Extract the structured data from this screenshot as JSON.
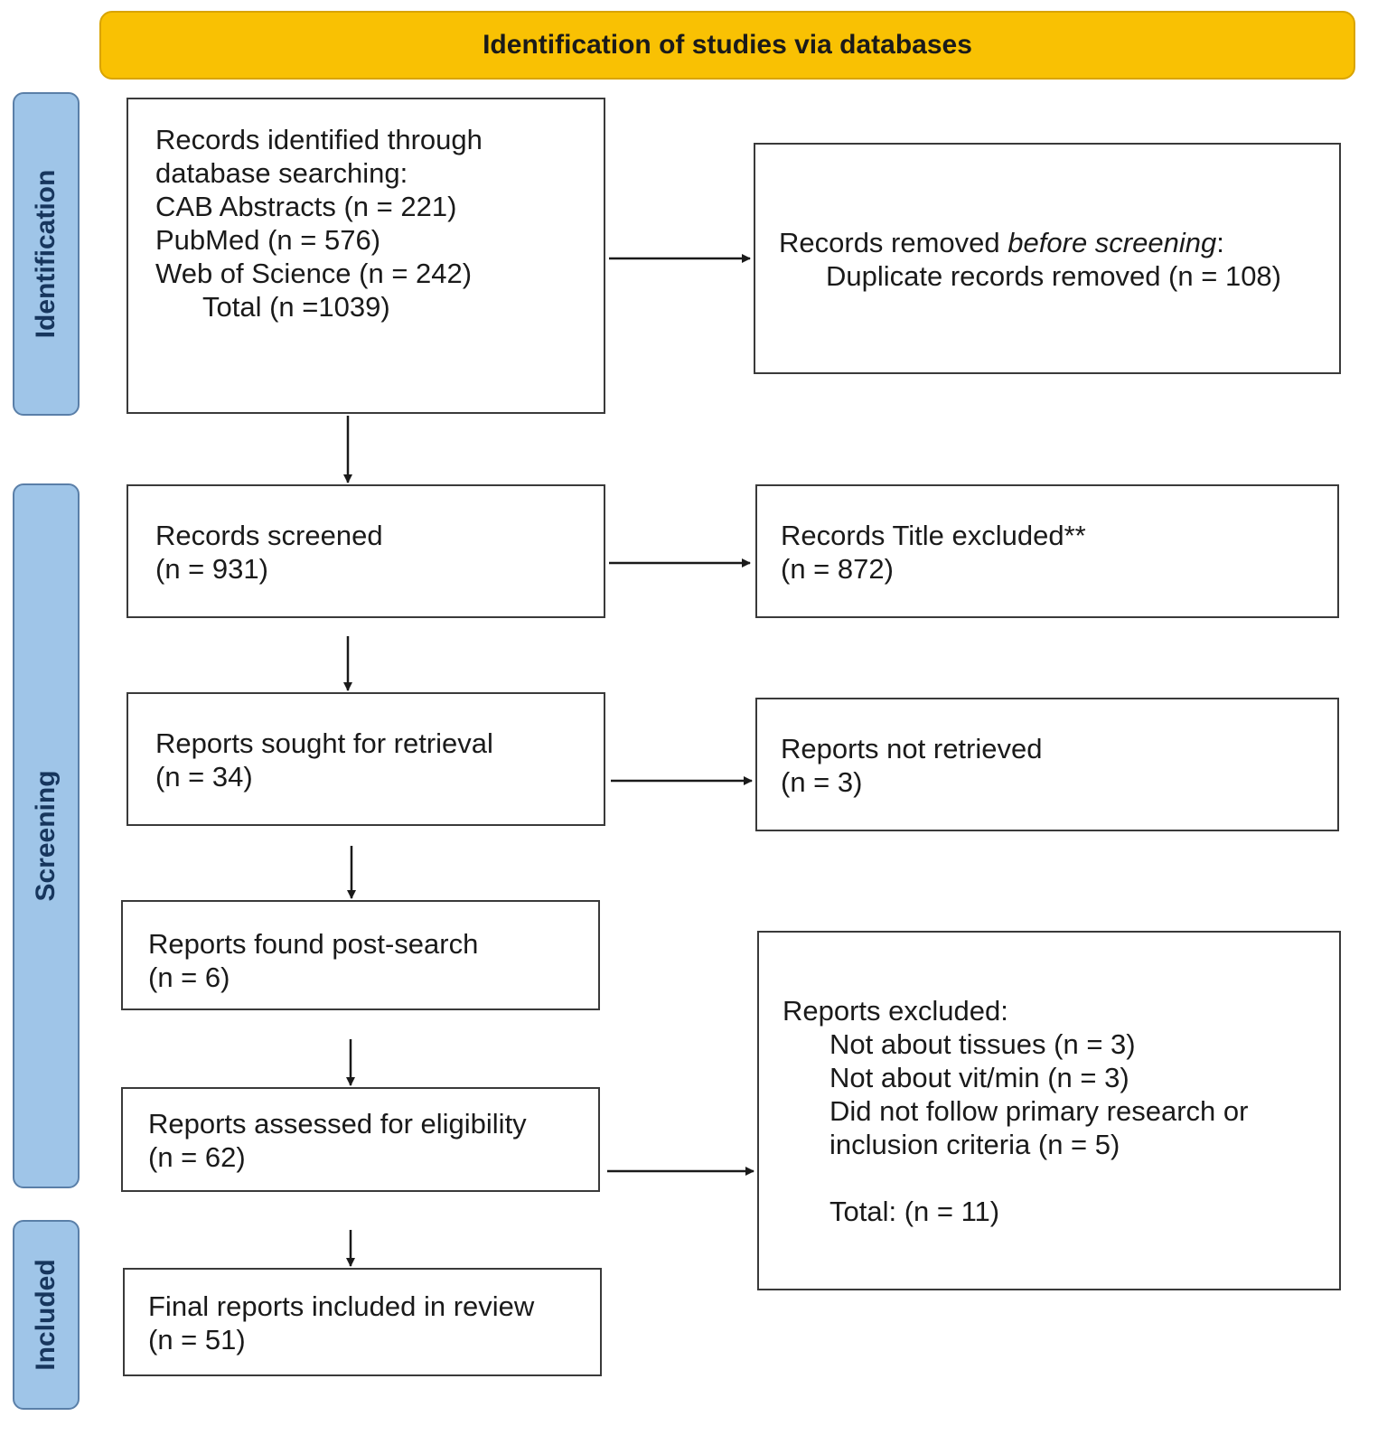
{
  "header": {
    "title": "Identification of studies via databases"
  },
  "phases": {
    "identification": "Identification",
    "screening": "Screening",
    "included": "Included"
  },
  "boxes": {
    "records_identified": {
      "line1": "Records identified through",
      "line2": "database searching:",
      "cab": "CAB Abstracts (n = 221)",
      "pubmed": "PubMed (n = 576)",
      "wos": "Web of Science (n = 242)",
      "total": "Total (n =1039)"
    },
    "records_removed": {
      "prefix": "Records removed ",
      "emph": "before screening",
      "suffix": ":",
      "duplicates": "Duplicate records removed (n = 108)"
    },
    "records_screened": {
      "label": "Records screened",
      "count": "(n = 931)"
    },
    "title_excluded": {
      "label": "Records Title excluded**",
      "count": "(n = 872)"
    },
    "sought_retrieval": {
      "label": "Reports sought for retrieval",
      "count": "(n = 34)"
    },
    "not_retrieved": {
      "label": "Reports not retrieved",
      "count": "(n = 3)"
    },
    "post_search": {
      "label": "Reports found post-search",
      "count": "(n = 6)"
    },
    "assessed": {
      "label": "Reports assessed for eligibility",
      "count": "(n = 62)"
    },
    "excluded": {
      "label": "Reports excluded:",
      "r1": "Not about tissues (n = 3)",
      "r2": "Not about vit/min (n = 3)",
      "r3a": "Did not follow primary research or",
      "r3b": "inclusion criteria (n = 5)",
      "total": "Total: (n = 11)"
    },
    "final": {
      "label": "Final reports included in review",
      "count": "(n = 51)"
    }
  },
  "colors": {
    "header_fill": "#f9c103",
    "phase_fill": "#9fc5e8",
    "phase_text": "#17365d",
    "box_border": "#3a3a3a"
  }
}
